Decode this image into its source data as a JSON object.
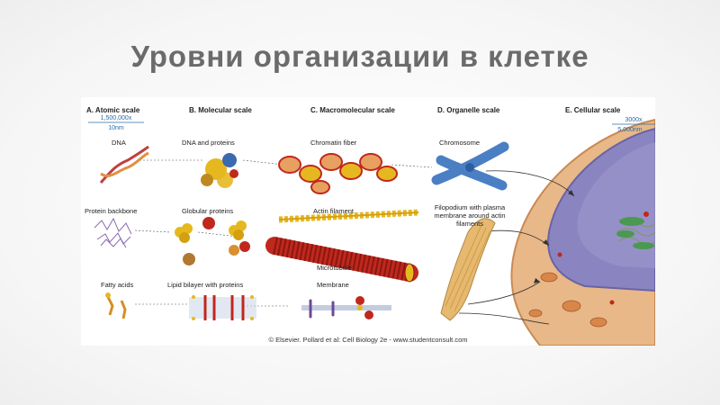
{
  "slide": {
    "title": "Уровни организации в клетке"
  },
  "figure": {
    "columns": [
      {
        "header": "A. Atomic scale",
        "scale_top": "1,500,000x",
        "scale_bottom": "10nm"
      },
      {
        "header": "B. Molecular scale"
      },
      {
        "header": "C. Macromolecular scale"
      },
      {
        "header": "D. Organelle scale"
      },
      {
        "header": "E. Cellular scale",
        "scale_top": "3000x",
        "scale_bottom": "5,000nm"
      }
    ],
    "labels": {
      "dna": "DNA",
      "dna_proteins": "DNA and proteins",
      "chromatin": "Chromatin fiber",
      "chromosome": "Chromosome",
      "protein_backbone": "Protein backbone",
      "globular": "Globular proteins",
      "actin": "Actin filament",
      "filopodium": "Filopodium with plasma membrane around actin filaments",
      "microtubule": "Microtubule",
      "fatty_acids": "Fatty acids",
      "lipid_bilayer": "Lipid bilayer with proteins",
      "membrane": "Membrane"
    },
    "credit": "© Elsevier. Pollard et al: Cell Biology 2e - www.studentconsult.com",
    "colors": {
      "scale_blue": "#2b6ca8",
      "chromosome_blue": "#4a7fc4",
      "nucleus_purple": "#8a84c0",
      "cytoplasm_orange": "#e8b888",
      "protein_red": "#c0281e",
      "protein_yellow": "#e6b820"
    }
  }
}
